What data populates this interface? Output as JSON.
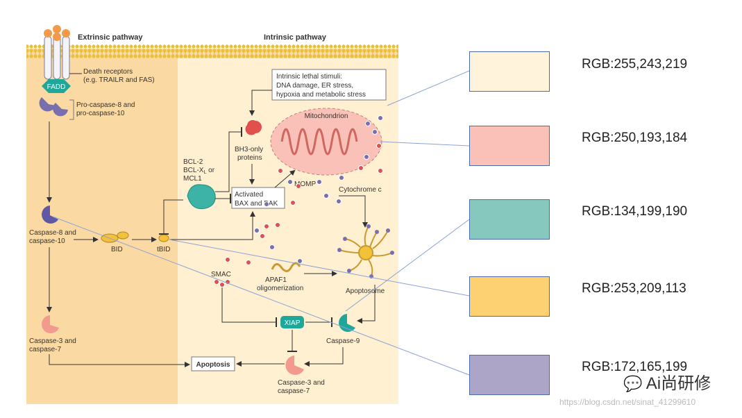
{
  "diagram": {
    "headers": {
      "extrinsic": "Extrinsic pathway",
      "intrinsic": "Intrinsic pathway"
    },
    "labels": {
      "fadd": "FADD",
      "death1": "Death receptors",
      "death2": "(e.g. TRAILR  and FAS)",
      "procasp1": "Pro-caspase-8 and",
      "procasp2": "pro-caspase-10",
      "stimuli1": "Intrinsic lethal stimuli:",
      "stimuli2": "DNA damage, ER stress,",
      "stimuli3": "hypoxia and metabolic stress",
      "mito": "Mitochondrion",
      "bh3_1": "BH3-only",
      "bh3_2": "proteins",
      "bcl1": "BCL-2",
      "bcl2": "BCL-X",
      "bcl2sub": "L",
      "bcl2b": " or",
      "bcl3": "MCL1",
      "bax1": "Activated",
      "bax2": "BAX and BAK",
      "momp": "MOMP",
      "cytc": "Cytochrome c",
      "casp8a": "Caspase-8 and",
      "casp8b": "caspase-10",
      "bid": "BID",
      "tbid": "tBID",
      "smac": "SMAC",
      "apaf1": "APAF1",
      "apaf2": "oligomerization",
      "apopto": "Apoptosome",
      "xiap": "XIAP",
      "casp9": "Caspase-9",
      "casp3a": "Caspase-3 and",
      "casp3b": "caspase-7",
      "casp3c": "Caspase-3 and",
      "casp3d": "caspase-7",
      "apoptosis": "Apoptosis"
    }
  },
  "legend": [
    {
      "label": "RGB:255,243,219",
      "color": "#fff3db"
    },
    {
      "label": "RGB:250,193,184",
      "color": "#fac1b8"
    },
    {
      "label": "RGB:134,199,190",
      "color": "#86c7be"
    },
    {
      "label": "RGB:253,209,113",
      "color": "#fdd171"
    },
    {
      "label": "RGB:172,165,199",
      "color": "#aca5c7"
    }
  ],
  "watermark": {
    "brand": "Ai尚研修",
    "url": "https://blog.csdn.net/sinat_41299610"
  }
}
